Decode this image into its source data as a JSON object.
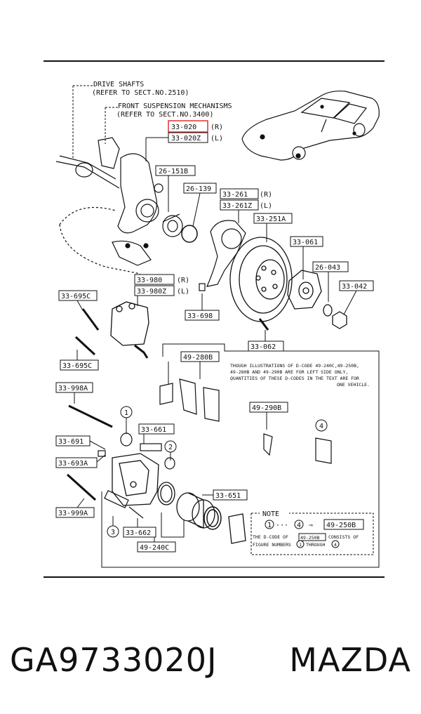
{
  "refs": {
    "drive_shafts": "DRIVE SHAFTS",
    "drive_shafts_ref": "(REFER TO SECT.NO.2510)",
    "front_susp": "FRONT SUSPENSION MECHANISMS",
    "front_susp_ref": "(REFER TO SECT.NO.3400)"
  },
  "parts": {
    "p33020": "33-020",
    "p33020_side": "(R)",
    "p33020z": "33-020Z",
    "p33020z_side": "(L)",
    "p26151b": "26-151B",
    "p26139": "26-139",
    "p33261": "33-261",
    "p33261_side": "(R)",
    "p33261z": "33-261Z",
    "p33261z_side": "(L)",
    "p33251a": "33-251A",
    "p33061": "33-061",
    "p26043": "26-043",
    "p33042": "33-042",
    "p33980": "33-980",
    "p33980_side": "(R)",
    "p33980z": "33-980Z",
    "p33980z_side": "(L)",
    "p33695c_top": "33-695C",
    "p33695c_bot": "33-695C",
    "p33698": "33-698",
    "p33062": "33-062",
    "p49280b": "49-280B",
    "p33998a": "33-998A",
    "p49290b": "49-290B",
    "p33661": "33-661",
    "p33691": "33-691",
    "p33693a": "33-693A",
    "p33999a": "33-999A",
    "p33662": "33-662",
    "p49240c": "49-240C",
    "p33651": "33-651",
    "p49250b": "49-250B"
  },
  "circles": {
    "c1": "1",
    "c2": "2",
    "c3": "3",
    "c4": "4"
  },
  "note_block": {
    "line1": "THOUGH ILLUSTRATIONS OF D-CODE 49-240C,49-250B,",
    "line2": "49-280B AND 49-290B ARE FOR LEFT SIDE ONLY,",
    "line3": "QUANTITIES OF THESE D-CODES IN THE TEXT ARE FOR",
    "line4": "ONE VEHICLE."
  },
  "note_box": {
    "title": "NOTE",
    "from": "1",
    "to": "4",
    "dots": "···",
    "arrow": "⇒",
    "code": "49-250B",
    "text1": "THE D-CODE OF",
    "code2": "49-250B",
    "text2": "CONSISTS OF",
    "text3": "FIGURE NUMBERS",
    "c_a": "1",
    "text4": "THROUGH",
    "c_b": "4"
  },
  "footer": {
    "part_number": "GA9733020J",
    "brand": "MAZDA"
  },
  "colors": {
    "highlight": "#e03030",
    "ink": "#111111"
  }
}
